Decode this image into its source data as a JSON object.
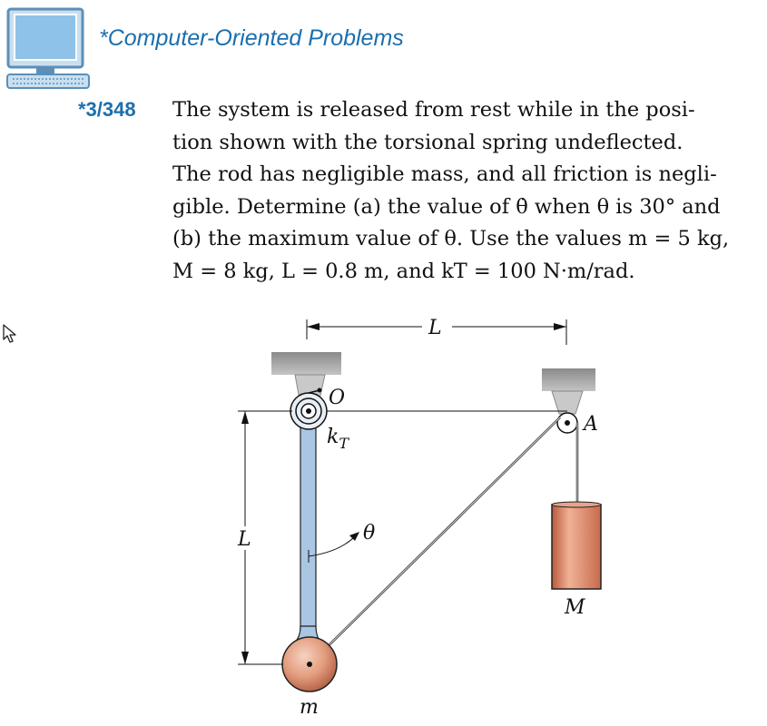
{
  "section": {
    "title": "*Computer-Oriented Problems",
    "icon": "computer-icon"
  },
  "problem": {
    "number": "*3/348",
    "lines": [
      "The system is released from rest while in the posi-",
      "tion shown with the torsional spring undeflected.",
      "The rod has negligible mass, and all friction is negli-",
      "gible. Determine (a) the value of θ̇ when θ is 30° and",
      "(b) the maximum value of θ. Use the values m = 5 kg,",
      "M = 8 kg, L = 0.8 m, and kT = 100 N·m/rad."
    ]
  },
  "figure": {
    "label_L_top": "L",
    "label_O": "O",
    "label_kT": "kT",
    "label_A": "A",
    "label_L_left": "L",
    "label_theta": "θ",
    "label_M": "M",
    "label_m": "m"
  },
  "colors": {
    "accent": "#1b6fae",
    "rod": "#a9c6e3",
    "sphere": "#e29b7c",
    "block": "#d9805f",
    "support": "#9a9a9a"
  },
  "cursor": "mouse-pointer-icon"
}
